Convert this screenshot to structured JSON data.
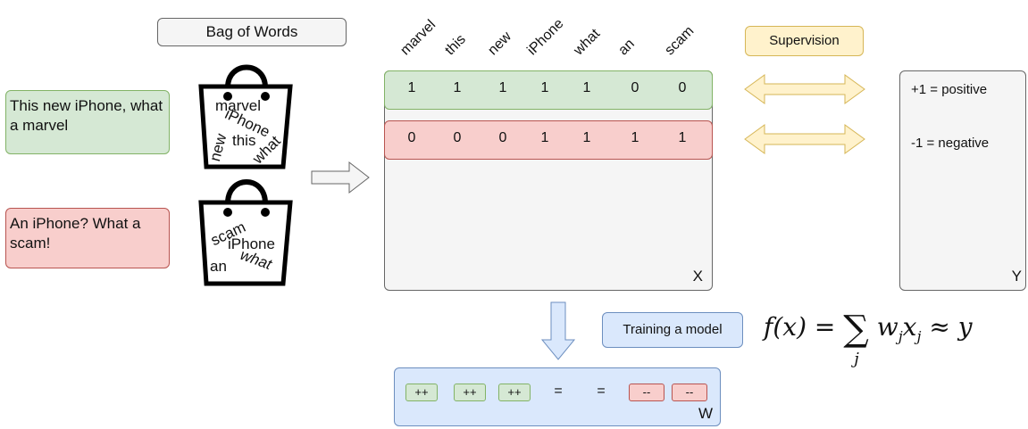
{
  "title": "Bag of Words",
  "sentences": [
    "This new iPhone, what a marvel",
    "An iPhone? What a scam!"
  ],
  "bag1_words": [
    "marvel",
    "iPhone",
    "new",
    "this",
    "what"
  ],
  "bag2_words": [
    "scam",
    "iPhone",
    "an",
    "what"
  ],
  "columns": [
    "marvel",
    "this",
    "new",
    "iPhone",
    "what",
    "an",
    "scam"
  ],
  "row_positive": [
    "1",
    "1",
    "1",
    "1",
    "1",
    "0",
    "0"
  ],
  "row_negative": [
    "0",
    "0",
    "0",
    "1",
    "1",
    "1",
    "1"
  ],
  "matrix_label": "X",
  "supervision": "Supervision",
  "labels": {
    "positive": "+1 = positive",
    "negative": "-1 = negative",
    "name": "Y"
  },
  "training": "Training a model",
  "formula": {
    "lhs": "f(x) = ",
    "sum": "∑",
    "sub": "j",
    "rhs": "w",
    "rhs_sub": "j",
    "rhs2": "x",
    "rhs2_sub": "j",
    "tail": " ≈ y"
  },
  "weights": [
    "++",
    "++",
    "++",
    "=",
    "=",
    "--",
    "--"
  ],
  "weights_label": "W",
  "colors": {
    "positive": "#d5e8d4",
    "negative": "#f8cecc",
    "supervision": "#fff2cc",
    "model": "#dae8fc",
    "arrow_blue": "#dae8fc",
    "arrow_yellow": "#fff2cc"
  }
}
